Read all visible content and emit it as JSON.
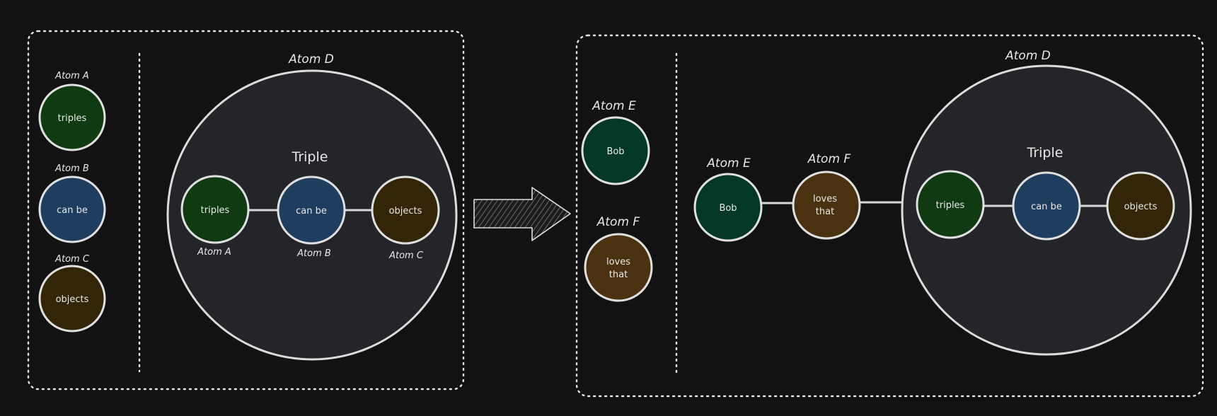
{
  "colors": {
    "background": "#121212",
    "triples": "#0f3a12",
    "can_be": "#1f3d5e",
    "objects": "#332608",
    "bob": "#033827",
    "loves_that": "#4a3210",
    "triple_fill": "#242528"
  },
  "left_panel": {
    "atom_a": {
      "label": "Atom A",
      "text": "triples"
    },
    "atom_b": {
      "label": "Atom B",
      "text": "can be"
    },
    "atom_c": {
      "label": "Atom C",
      "text": "objects"
    },
    "atom_d": {
      "label": "Atom D",
      "triple_label": "Triple",
      "nodes": [
        {
          "text": "triples",
          "label": "Atom A"
        },
        {
          "text": "can be",
          "label": "Atom B"
        },
        {
          "text": "objects",
          "label": "Atom C"
        }
      ]
    }
  },
  "arrow_icon": "right-arrow-icon",
  "right_panel": {
    "atom_e": {
      "label": "Atom E",
      "text": "Bob"
    },
    "atom_f": {
      "label": "Atom F",
      "text_line1": "loves",
      "text_line2": "that"
    },
    "chain": {
      "atom_e": {
        "label": "Atom E",
        "text": "Bob"
      },
      "atom_f": {
        "label": "Atom F",
        "text_line1": "loves",
        "text_line2": "that"
      }
    },
    "atom_d": {
      "label": "Atom D",
      "triple_label": "Triple",
      "nodes": [
        {
          "text": "triples"
        },
        {
          "text": "can be"
        },
        {
          "text": "objects"
        }
      ]
    }
  }
}
